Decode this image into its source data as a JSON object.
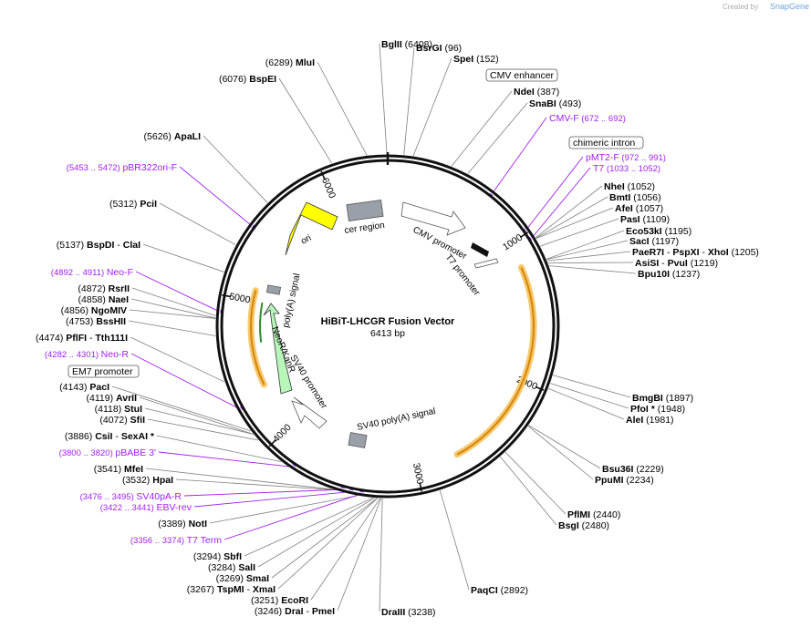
{
  "header": {
    "credit_prefix": "Created by",
    "credit_brand": "SnapGene"
  },
  "plasmid": {
    "name": "HiBiT-LHCGR Fusion Vector",
    "size_label": "6413 bp"
  },
  "ticks": [
    "1000",
    "2000",
    "3000",
    "4000",
    "5000",
    "6000"
  ],
  "features": {
    "cer_region": "cer region",
    "cmv_promoter": "CMV promoter",
    "t7_promoter": "T7 promoter",
    "ori": "ori",
    "polya_signal": "poly(A) signal",
    "neor_kanr": "NeoR/KanR",
    "sv40_promoter": "SV40 promoter",
    "sv40_polya": "SV40 poly(A) signal"
  },
  "boxed_labels": {
    "cmv_enhancer": "CMV enhancer",
    "chimeric_intron": "chimeric intron",
    "em7_promoter": "EM7 promoter"
  },
  "sites_right": [
    {
      "name": "BglII",
      "pos": "(6408)"
    },
    {
      "name": "BsrGI",
      "pos": "(96)"
    },
    {
      "name": "SpeI",
      "pos": "(152)"
    },
    {
      "name": "NdeI",
      "pos": "(387)"
    },
    {
      "name": "SnaBI",
      "pos": "(493)"
    },
    {
      "name": "NheI",
      "pos": "(1052)"
    },
    {
      "name": "BmtI",
      "pos": "(1056)"
    },
    {
      "name": "AfeI",
      "pos": "(1057)"
    },
    {
      "name": "PasI",
      "pos": "(1109)"
    },
    {
      "name": "Eco53kI",
      "pos": "(1195)"
    },
    {
      "name": "SacI",
      "pos": "(1197)"
    },
    {
      "name": "PaeR7I",
      "sep1": "-",
      "name2": "PspXI",
      "sep2": "-",
      "name3": "XhoI",
      "pos": "(1205)"
    },
    {
      "name": "AsiSI",
      "sep1": "-",
      "name2": "PvuI",
      "pos": "(1219)"
    },
    {
      "name": "Bpu10I",
      "pos": "(1237)"
    },
    {
      "name": "BmgBI",
      "pos": "(1897)"
    },
    {
      "name": "PfoI *",
      "pos": "(1948)"
    },
    {
      "name": "AleI",
      "pos": "(1981)"
    },
    {
      "name": "Bsu36I",
      "pos": "(2229)"
    },
    {
      "name": "PpuMI",
      "pos": "(2234)"
    },
    {
      "name": "PflMI",
      "pos": "(2440)"
    },
    {
      "name": "BsgI",
      "pos": "(2480)"
    },
    {
      "name": "PaqCI",
      "pos": "(2892)"
    },
    {
      "name": "DraIII",
      "pos": "(3238)"
    }
  ],
  "sites_left": [
    {
      "name": "MluI",
      "pos": "(6289)"
    },
    {
      "name": "BspEI",
      "pos": "(6076)"
    },
    {
      "name": "ApaLI",
      "pos": "(5626)"
    },
    {
      "name": "PciI",
      "pos": "(5312)"
    },
    {
      "name": "BspDI",
      "sep1": "-",
      "name2": "ClaI",
      "pos": "(5137)"
    },
    {
      "name": "RsrII",
      "pos": "(4872)"
    },
    {
      "name": "NaeI",
      "pos": "(4858)"
    },
    {
      "name": "NgoMIV",
      "pos": "(4856)"
    },
    {
      "name": "BssHII",
      "pos": "(4753)"
    },
    {
      "name": "PflFI",
      "sep1": "-",
      "name2": "Tth111I",
      "pos": "(4474)"
    },
    {
      "name": "PacI",
      "pos": "(4143)"
    },
    {
      "name": "AvrII",
      "pos": "(4119)"
    },
    {
      "name": "StuI",
      "pos": "(4118)"
    },
    {
      "name": "SfiI",
      "pos": "(4072)"
    },
    {
      "name": "CsiI",
      "sep1": "-",
      "name2": "SexAI *",
      "pos": "(3886)"
    },
    {
      "name": "MfeI",
      "pos": "(3541)"
    },
    {
      "name": "HpaI",
      "pos": "(3532)"
    },
    {
      "name": "NotI",
      "pos": "(3389)"
    },
    {
      "name": "SbfI",
      "pos": "(3294)"
    },
    {
      "name": "SalI",
      "pos": "(3284)"
    },
    {
      "name": "SmaI",
      "pos": "(3269)"
    },
    {
      "name": "TspMI",
      "sep1": "-",
      "name2": "XmaI",
      "pos": "(3267)"
    },
    {
      "name": "EcoRI",
      "pos": "(3251)"
    },
    {
      "name": "DraI",
      "sep1": "-",
      "name2": "PmeI",
      "pos": "(3246)"
    }
  ],
  "primers": [
    {
      "name": "CMV-F",
      "pos": "(672 .. 692)"
    },
    {
      "name": "pMT2-F",
      "pos": "(972 .. 991)"
    },
    {
      "name": "T7",
      "pos": "(1033 .. 1052)"
    },
    {
      "name": "pBR322ori-F",
      "pos": "(5453 .. 5472)"
    },
    {
      "name": "Neo-F",
      "pos": "(4892 .. 4911)"
    },
    {
      "name": "Neo-R",
      "pos": "(4282 .. 4301)"
    },
    {
      "name": "pBABE 3'",
      "pos": "(3800 .. 3820)"
    },
    {
      "name": "SV40pA-R",
      "pos": "(3476 .. 3495)"
    },
    {
      "name": "EBV-rev",
      "pos": "(3422 .. 3441)"
    },
    {
      "name": "T7 Term",
      "pos": "(3356 .. 3374)"
    }
  ],
  "colors": {
    "backbone": "#111111",
    "primer": "#a020f0",
    "ori_fill": "#ffff00",
    "neo_fill": "#b8f5b8",
    "orf_highlight": "#f7c76a",
    "orf_arrow": "#d4860b",
    "feature_gray": "#9aa0a8",
    "leader_line": "#7f7f7f"
  }
}
